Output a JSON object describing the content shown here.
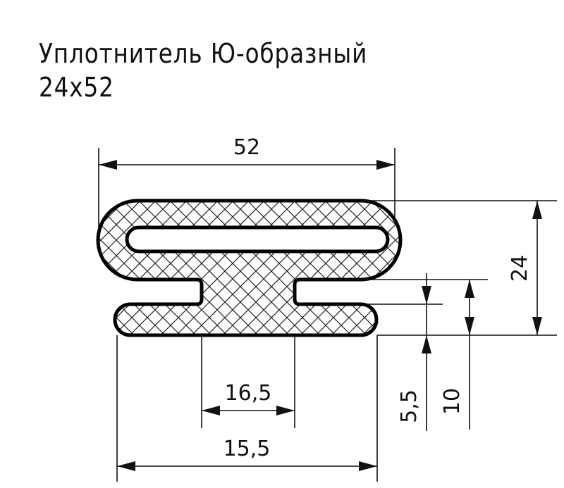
{
  "title": {
    "line1": "Уплотнитель Ю-образный",
    "line2": "24x52"
  },
  "dimensions": {
    "total_width": "52",
    "total_height": "24",
    "neck_width": "16,5",
    "bottom_width": "15,5",
    "lower_thickness": "5,5",
    "lower_height": "10"
  },
  "colors": {
    "line": "#111111",
    "background": "#ffffff"
  }
}
